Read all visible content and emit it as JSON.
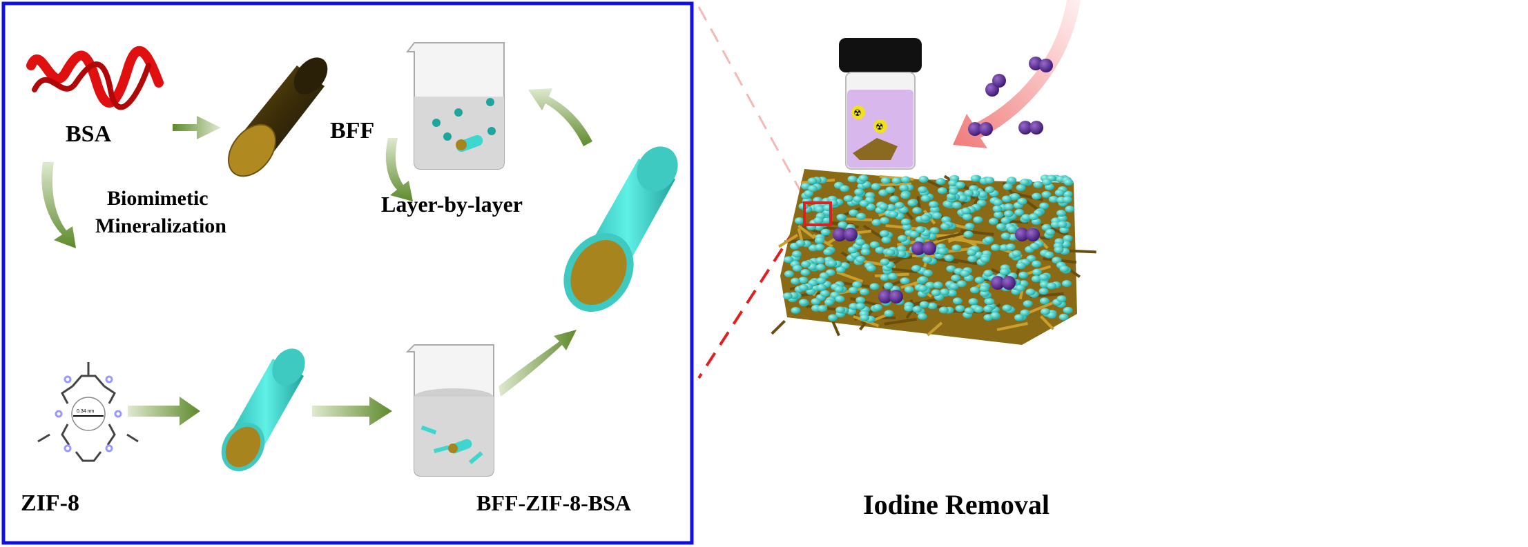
{
  "left_panel": {
    "bsa_label": "BSA",
    "bff_label": "BFF",
    "step_label": "Biomimetic",
    "step_label_2": "Mineralization",
    "zif_label": "ZIF-8",
    "pore_size": "0.34 nm",
    "lbl_label": "Layer-by-layer",
    "product_label": "BFF-ZIF-8-BSA"
  },
  "right_panel": {
    "title": "Iodine Removal"
  },
  "colors": {
    "frame": "#1010e0",
    "arrow_green": "#6f9a3a",
    "zif_cyan": "#3fd6cf",
    "bff_gold": "#a8841e",
    "bsa_red": "#e01010",
    "iodine_purple": "#5a2a8a",
    "highlight_red": "#e02020"
  }
}
